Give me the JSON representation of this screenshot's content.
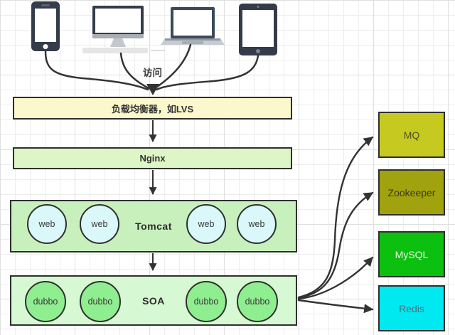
{
  "diagram_title": "web-architecture-diagram",
  "access_label": "访问",
  "devices": [
    {
      "name": "smartphone"
    },
    {
      "name": "desktop-computer"
    },
    {
      "name": "laptop"
    },
    {
      "name": "tablet"
    }
  ],
  "flow": {
    "load_balancer": {
      "label": "负载均衡器，如LVS",
      "fill": "#fbf8cd"
    },
    "nginx": {
      "label": "Nginx",
      "fill": "#def5c6"
    },
    "tomcat": {
      "label": "Tomcat",
      "fill": "#c8f0bd",
      "node_fill": "#daf7f9",
      "nodes": [
        "web",
        "web",
        "web",
        "web"
      ]
    },
    "soa": {
      "label": "SOA",
      "fill": "#d6f8d2",
      "node_fill": "#8fee8f",
      "nodes": [
        "dubbo",
        "dubbo",
        "dubbo",
        "dubbo"
      ]
    }
  },
  "services": [
    {
      "label": "MQ",
      "fill": "#c6ca20",
      "text_color": "#50501e"
    },
    {
      "label": "Zookeeper",
      "fill": "#a0a20e",
      "text_color": "#3c3c1a"
    },
    {
      "label": "MySQL",
      "fill": "#0cc010",
      "text_color": "#e9f7e9"
    },
    {
      "label": "Redis",
      "fill": "#00e9f1",
      "text_color": "#4a7080"
    }
  ],
  "colors": {
    "arrow": "#333333",
    "box_border": "#2f2f2f",
    "device_body": "#343b49",
    "grid_line": "#ededed"
  }
}
